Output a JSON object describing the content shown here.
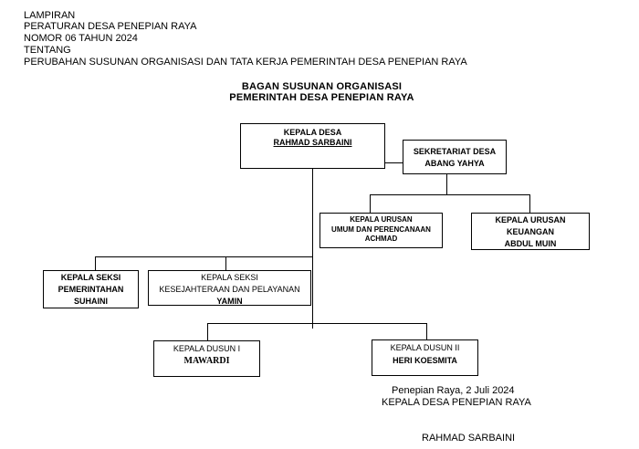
{
  "header": {
    "lines": [
      "LAMPIRAN",
      "PERATURAN DESA PENEPIAN RAYA",
      "NOMOR  06 TAHUN 2024",
      "TENTANG",
      "PERUBAHAN SUSUNAN ORGANISASI DAN TATA KERJA PEMERINTAH DESA PENEPIAN RAYA"
    ]
  },
  "title": {
    "line1": "BAGAN SUSUNAN ORGANISASI",
    "line2": "PEMERINTAH DESA PENEPIAN RAYA"
  },
  "chart": {
    "kepala_desa": {
      "role": "KEPALA DESA",
      "name": "RAHMAD SARBAINI"
    },
    "sekretariat": {
      "role": "SEKRETARIAT DESA",
      "name": "ABANG YAHYA"
    },
    "kaur_umum": {
      "role1": "KEPALA URUSAN",
      "role2": "UMUM DAN PERENCANAAN",
      "name": "ACHMAD"
    },
    "kaur_keuangan": {
      "role1": "KEPALA URUSAN",
      "role2": "KEUANGAN",
      "name": "ABDUL MUIN"
    },
    "kasi_pemerintahan": {
      "role1": "KEPALA SEKSI",
      "role2": "PEMERINTAHAN",
      "name": "SUHAINI"
    },
    "kasi_kesejahteraan": {
      "role1": "KEPALA SEKSI",
      "role2": "KESEJAHTERAAN DAN PELAYANAN",
      "name": "YAMIN"
    },
    "kadus_1": {
      "role": "KEPALA DUSUN I",
      "name": "MAWARDI"
    },
    "kadus_2": {
      "role": "KEPALA DUSUN II",
      "name": "HERI KOESMITA"
    }
  },
  "signature": {
    "place_date": "Penepian Raya, 2 Juli 2024",
    "position": "KEPALA DESA PENEPIAN RAYA",
    "name": "RAHMAD SARBAINI"
  }
}
